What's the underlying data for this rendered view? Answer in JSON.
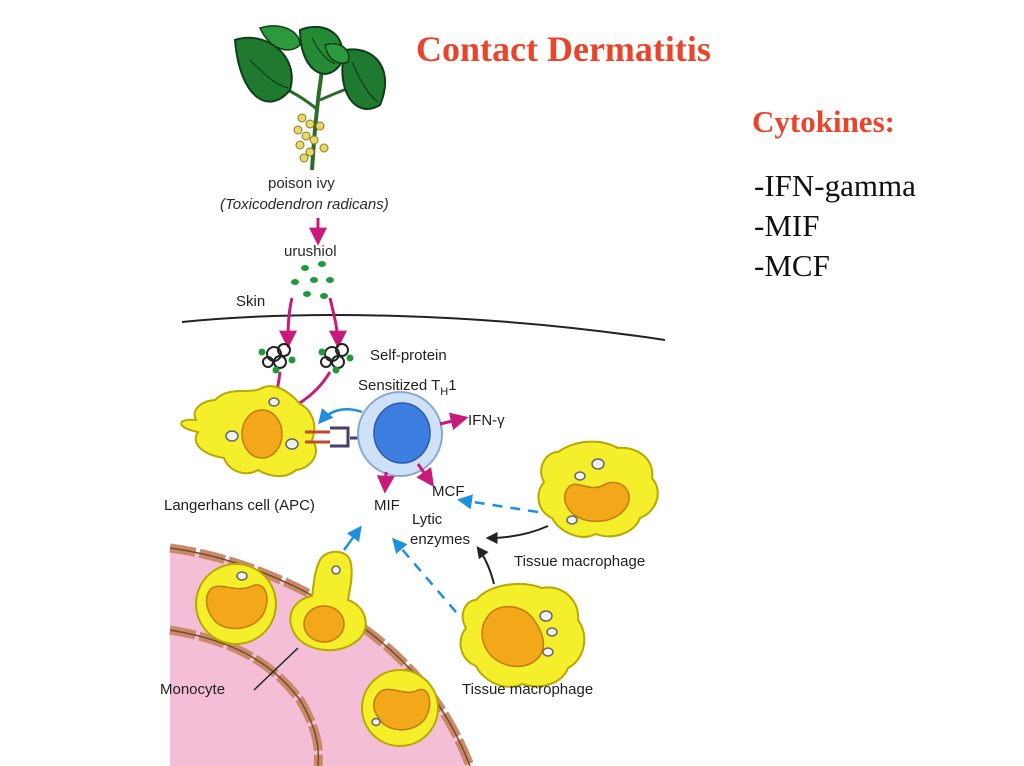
{
  "title": "Contact Dermatitis",
  "cytokines": {
    "heading": "Cytokines:",
    "items": [
      "-IFN-gamma",
      "-MIF",
      "-MCF"
    ]
  },
  "diagram": {
    "plant_name": "poison ivy",
    "plant_latin": "(Toxicodendron radicans)",
    "urushiol": "urushiol",
    "skin": "Skin",
    "self_protein": "Self-protein",
    "th1": "Sensitized T",
    "th1_sub": "H",
    "th1_num": "1",
    "ifn": "IFN-γ",
    "mcf": "MCF",
    "mif": "MIF",
    "lytic_1": "Lytic",
    "lytic_2": "enzymes",
    "langerhans": "Langerhans cell (APC)",
    "tissue_macrophage_1": "Tissue macrophage",
    "tissue_macrophage_2": "Tissue macrophage",
    "monocyte": "Monocyte"
  },
  "colors": {
    "title": "#e8452c",
    "cell_yellow": "#f5ee2a",
    "nucleus_orange": "#f3a81a",
    "th1_blue": "#3d7fe0",
    "vessel_pink": "#f4bfd6",
    "arrow_magenta": "#c81a7a",
    "arrow_blue": "#1f8fe0",
    "leaf_green": "#1f7a30"
  }
}
